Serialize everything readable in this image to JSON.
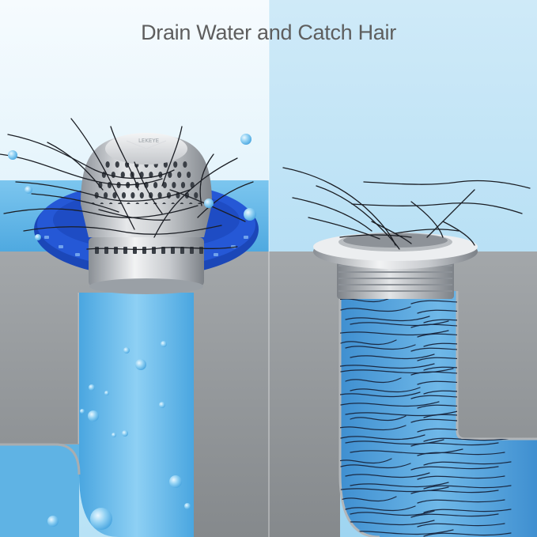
{
  "headline": "Drain Water and Catch Hair",
  "brand_mark": "LEKEYE",
  "panels": [
    {
      "id": "with-strainer",
      "depicts": "dome strainer with blue silicone ring over pipe, hair caught on top, clean water flowing"
    },
    {
      "id": "without-strainer",
      "depicts": "bare metal drain flange, hair flowing down into the pipe"
    }
  ],
  "colors": {
    "sky_left": "#dff2fb",
    "sky_right": "#a9daf2",
    "water": "#5cb4e6",
    "counter": "#8f9396",
    "pipe_wall": "#a4a8ab",
    "ring": "#1f4fc9",
    "metal": "#c9ccd0",
    "hair": "#1b1e24",
    "headline": "#5e5e5e"
  }
}
